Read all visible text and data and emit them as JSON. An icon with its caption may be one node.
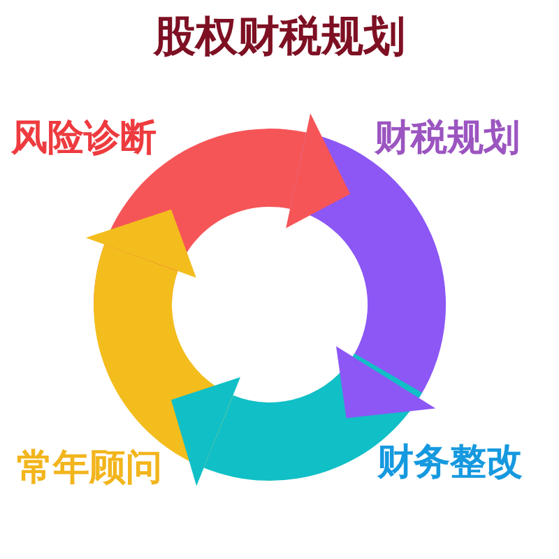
{
  "diagram": {
    "title": "股权财税规划",
    "labels": [
      "风险诊断",
      "财税规划",
      "常年顾问",
      "财务整改"
    ]
  }
}
